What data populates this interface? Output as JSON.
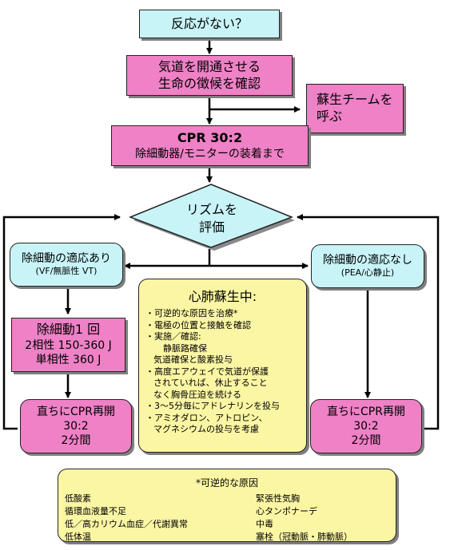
{
  "nodes": {
    "no_response": "反応がない？",
    "open_airway": [
      "気道を開通させる",
      "生命の徴候を確認"
    ],
    "call_team": [
      "蘇生チームを",
      "呼ぶ"
    ],
    "cpr": {
      "title": "CPR 30:2",
      "sub": "除細動器/モニターの装着まで"
    },
    "assess_rhythm": [
      "リズムを",
      "評価"
    ],
    "shockable": {
      "title": "除細動の適応あり",
      "sub": "(VF/無脈性 VT)"
    },
    "non_shockable": {
      "title": "除細動の適応なし",
      "sub": "(PEA/心静止)"
    },
    "shock": [
      "除細動1 回",
      "2相性 150-360 J",
      "単相性 360 J"
    ],
    "resume_cpr_left": [
      "直ちにCPR再開",
      "30:2",
      "2分間"
    ],
    "resume_cpr_right": [
      "直ちにCPR再開",
      "30:2",
      "2分間"
    ]
  },
  "during_cpr": {
    "title": "心肺蘇生中:",
    "items": [
      "・可逆的な原因を治療*",
      "・電極の位置と接触を確認",
      "・実施／確認:",
      "静脈路確保",
      "気道確保と酸素投与",
      "・高度エアウェイで気道が保護",
      "されていれば、休止すること",
      "なく胸骨圧迫を続ける",
      "・3～5分毎にアドレナリンを投与",
      "・アミオダロン、アトロピン、",
      "マグネシウムの投与を考慮"
    ]
  },
  "reversible_causes": {
    "title": "*可逆的な原因",
    "left": [
      "低酸素",
      "循環血液量不足",
      "低／高カリウム血症／代謝異常",
      "低体温"
    ],
    "right": [
      "緊張性気胸",
      "心タンポナーデ",
      "中毒",
      "塞栓（冠動脈・肺動脈）"
    ]
  },
  "colors": {
    "cyan": "#c8f4f8",
    "pink": "#ef81c6",
    "yellow": "#fbf6a3",
    "line": "#000000"
  }
}
